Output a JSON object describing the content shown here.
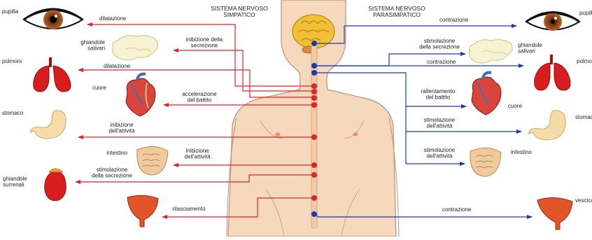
{
  "colors": {
    "sympathetic": "#d8262a",
    "parasympathetic": "#1f3aa8",
    "skin": "#f6d9bc",
    "skin_outline": "#b59276",
    "brain": "#f2c037",
    "organ_red": "#d61e1e",
    "gland": "#f6f2d2",
    "stomach": "#f6dca8",
    "heart_red": "#d9453b",
    "heart_blue": "#3b6ec4",
    "intestine": "#f0c99c",
    "text": "#222222"
  },
  "headers": {
    "sympathetic": [
      "SISTEMA NERVOSO",
      "SIMPATICO"
    ],
    "parasympathetic": [
      "SISTEMA NERVOSO",
      "PARASIMPATICO"
    ]
  },
  "organs_left": {
    "eye": [
      "pupilla"
    ],
    "salivary": [
      "ghiandole",
      "salivari"
    ],
    "lungs": [
      "polmoni"
    ],
    "heart": [
      "cuore"
    ],
    "stomach": [
      "stomaco"
    ],
    "intestine": [
      "intestino"
    ],
    "adrenal": [
      "ghiandole",
      "surrenali"
    ]
  },
  "organs_right": {
    "eye": [
      "pupilla"
    ],
    "salivary": [
      "ghiandole",
      "salivari"
    ],
    "lungs": [
      "polmoni"
    ],
    "heart": [
      "cuore"
    ],
    "stomach": [
      "stomaco"
    ],
    "intestine": [
      "intestino"
    ],
    "bladder": [
      "vescica"
    ]
  },
  "sympathetic_effects": {
    "pupil": [
      "dilatazione"
    ],
    "salivary": [
      "inibizione della",
      "secrezione"
    ],
    "lungs": [
      "dilatazione"
    ],
    "heart": [
      "accelerazione",
      "del battito"
    ],
    "stomach": [
      "inibizione",
      "dell'attività"
    ],
    "intestine": [
      "inibizione",
      "dell'attività"
    ],
    "adrenal": [
      "stimolazione",
      "della secrezione"
    ],
    "bladder": [
      "rilasciamento"
    ]
  },
  "parasympathetic_effects": {
    "pupil": [
      "contrazione"
    ],
    "salivary": [
      "stimolazione",
      "della secrezione"
    ],
    "lungs": [
      "contrazione"
    ],
    "heart": [
      "rallentamento",
      "del battito"
    ],
    "stomach": [
      "stimolazione",
      "dell'attività"
    ],
    "intestine": [
      "stimolazione",
      "dell'attività"
    ],
    "bladder": [
      "contrazione"
    ]
  }
}
